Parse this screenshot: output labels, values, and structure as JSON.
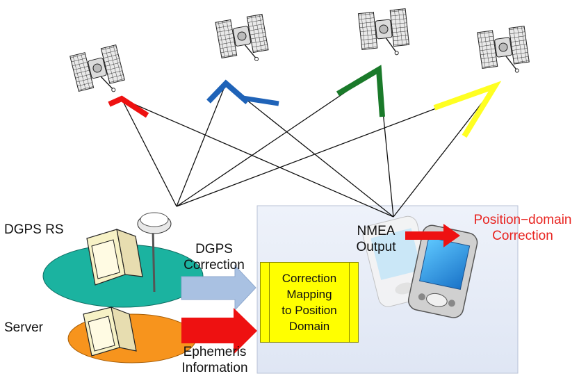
{
  "labels": {
    "dgps_rs": "DGPS RS",
    "server": "Server",
    "dgps_correction_1": "DGPS",
    "dgps_correction_2": "Correction",
    "ephemeris_1": "Ephemeris",
    "ephemeris_2": "Information",
    "nmea_1": "NMEA",
    "nmea_2": "Output",
    "position_domain_1": "Position−domain",
    "position_domain_2": "Correction",
    "mapping_1": "Correction",
    "mapping_2": "Mapping",
    "mapping_3": "to Position",
    "mapping_4": "Domain"
  },
  "colors": {
    "satellite_1": "#ee1111",
    "satellite_2": "#1f63b8",
    "satellite_3": "#1a7a2a",
    "satellite_4": "#ffff22",
    "arrow_red": "#ee1111",
    "arrow_blue": "#a9c1e2",
    "dgps_base": "#1bb3a0",
    "server_base": "#f7941d",
    "panel": "#e6ecf7"
  }
}
